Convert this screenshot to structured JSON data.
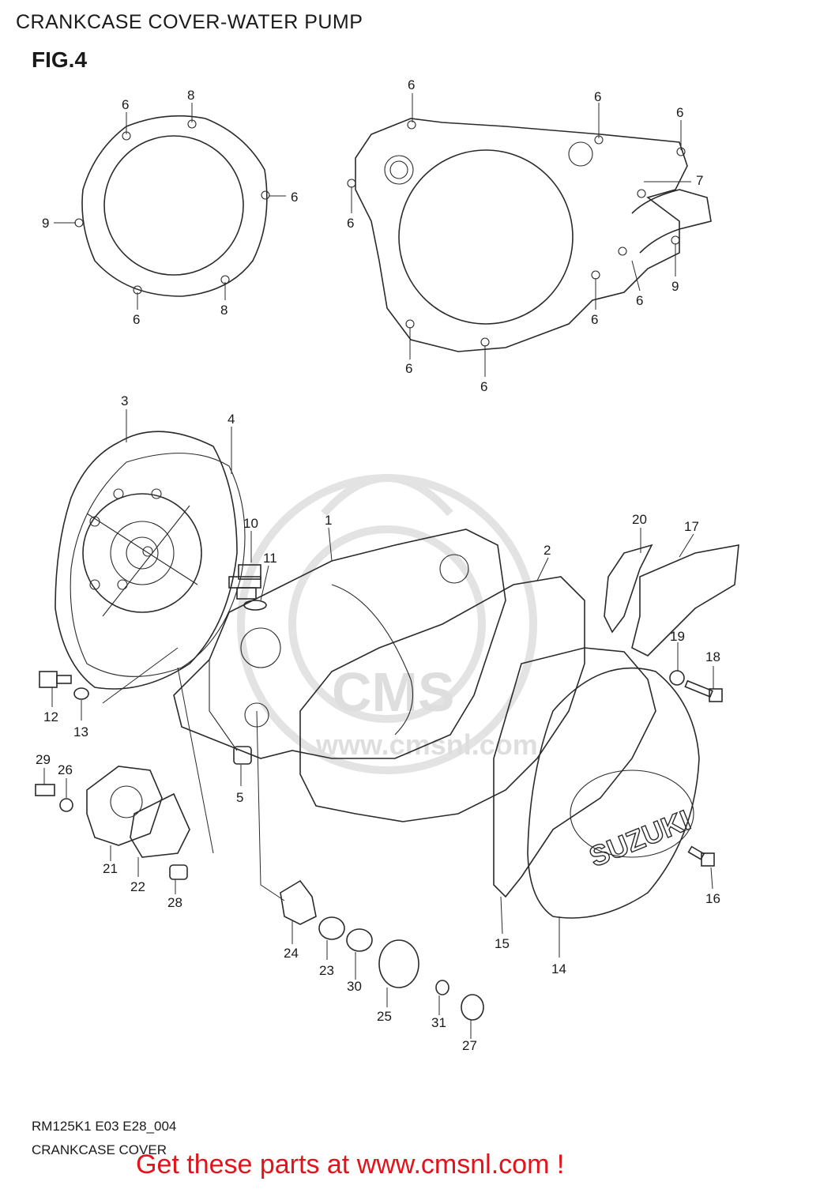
{
  "header": {
    "title": "CRANKCASE COVER-WATER PUMP",
    "figure": "FIG.4"
  },
  "watermark": {
    "text": "www.cmsnl.com",
    "badge": "CMS"
  },
  "parts": {
    "p1": "1",
    "p2": "2",
    "p3": "3",
    "p4": "4",
    "p5": "5",
    "p6": "6",
    "p7": "7",
    "p8": "8",
    "p9": "9",
    "p10": "10",
    "p11": "11",
    "p12": "12",
    "p13": "13",
    "p14": "14",
    "p15": "15",
    "p16": "16",
    "p17": "17",
    "p18": "18",
    "p19": "19",
    "p20": "20",
    "p21": "21",
    "p22": "22",
    "p23": "23",
    "p24": "24",
    "p25": "25",
    "p26": "26",
    "p27": "27",
    "p28": "28",
    "p29": "29",
    "p30": "30",
    "p31": "31"
  },
  "cover_brand": "SUZUKI",
  "footer": {
    "code": "RM125K1 E03 E28_004",
    "caption": "CRANKCASE COVER",
    "promo": "Get these parts at www.cmsnl.com !"
  }
}
